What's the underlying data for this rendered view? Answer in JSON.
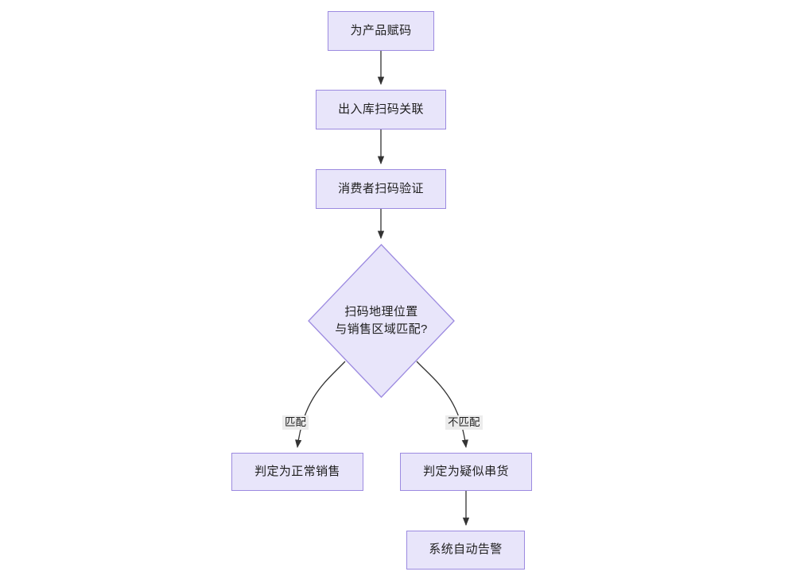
{
  "diagram": {
    "type": "flowchart",
    "direction": "top-down",
    "background_color": "#ffffff",
    "node_fill_color": "#e8e5fa",
    "node_border_color": "#9c8ae0",
    "edge_color": "#333333",
    "edge_label_background": "#ececec",
    "text_color": "#1f1f1f",
    "nodes": [
      {
        "id": "n1",
        "shape": "rect",
        "label": "为产品赋码"
      },
      {
        "id": "n2",
        "shape": "rect",
        "label": "出入库扫码关联"
      },
      {
        "id": "n3",
        "shape": "rect",
        "label": "消费者扫码验证"
      },
      {
        "id": "n4",
        "shape": "diamond",
        "label_line1": "扫码地理位置",
        "label_line2": "与销售区域匹配?"
      },
      {
        "id": "n5",
        "shape": "rect",
        "label": "判定为正常销售"
      },
      {
        "id": "n6",
        "shape": "rect",
        "label": "判定为疑似串货"
      },
      {
        "id": "n7",
        "shape": "rect",
        "label": "系统自动告警"
      }
    ],
    "edges": [
      {
        "from": "n1",
        "to": "n2",
        "label": ""
      },
      {
        "from": "n2",
        "to": "n3",
        "label": ""
      },
      {
        "from": "n3",
        "to": "n4",
        "label": ""
      },
      {
        "from": "n4",
        "to": "n5",
        "label": "匹配"
      },
      {
        "from": "n4",
        "to": "n6",
        "label": "不匹配"
      },
      {
        "from": "n6",
        "to": "n7",
        "label": ""
      }
    ]
  }
}
